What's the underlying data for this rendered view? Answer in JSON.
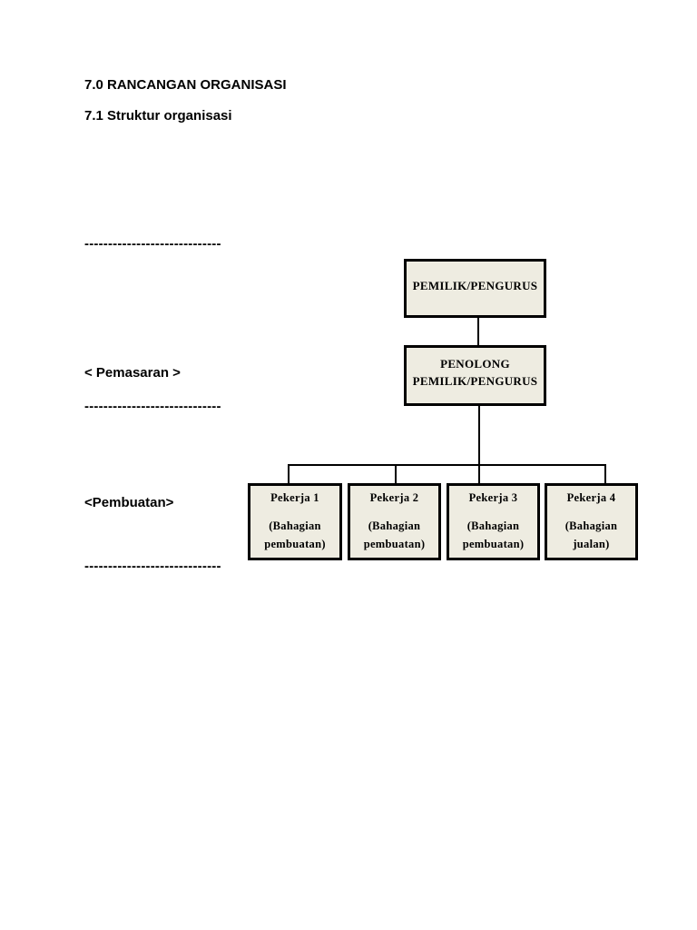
{
  "page": {
    "heading_section": "7.0 RANCANGAN ORGANISASI",
    "heading_subsection": "7.1 Struktur organisasi",
    "separator_dashes": "-----------------------------",
    "side_labels": {
      "pemasaran": "< Pemasaran >",
      "pembuatan": "<Pembuatan>"
    }
  },
  "org_chart": {
    "root_box": {
      "title": "PEMILIK/PENGURUS"
    },
    "assistant_box": {
      "line1": "PENOLONG",
      "line2": "PEMILIK/PENGURUS"
    },
    "worker_boxes": [
      {
        "title": "Pekerja 1",
        "subtitle_line1": "(Bahagian",
        "subtitle_line2": "pembuatan)"
      },
      {
        "title": "Pekerja 2",
        "subtitle_line1": "(Bahagian",
        "subtitle_line2": "pembuatan)"
      },
      {
        "title": "Pekerja 3",
        "subtitle_line1": "(Bahagian",
        "subtitle_line2": "pembuatan)"
      },
      {
        "title": "Pekerja 4",
        "subtitle_line1": "(Bahagian",
        "subtitle_line2": "jualan)"
      }
    ],
    "colors": {
      "box_fill": "#eeece1",
      "box_border": "#000000",
      "connector_line": "#000000"
    }
  }
}
